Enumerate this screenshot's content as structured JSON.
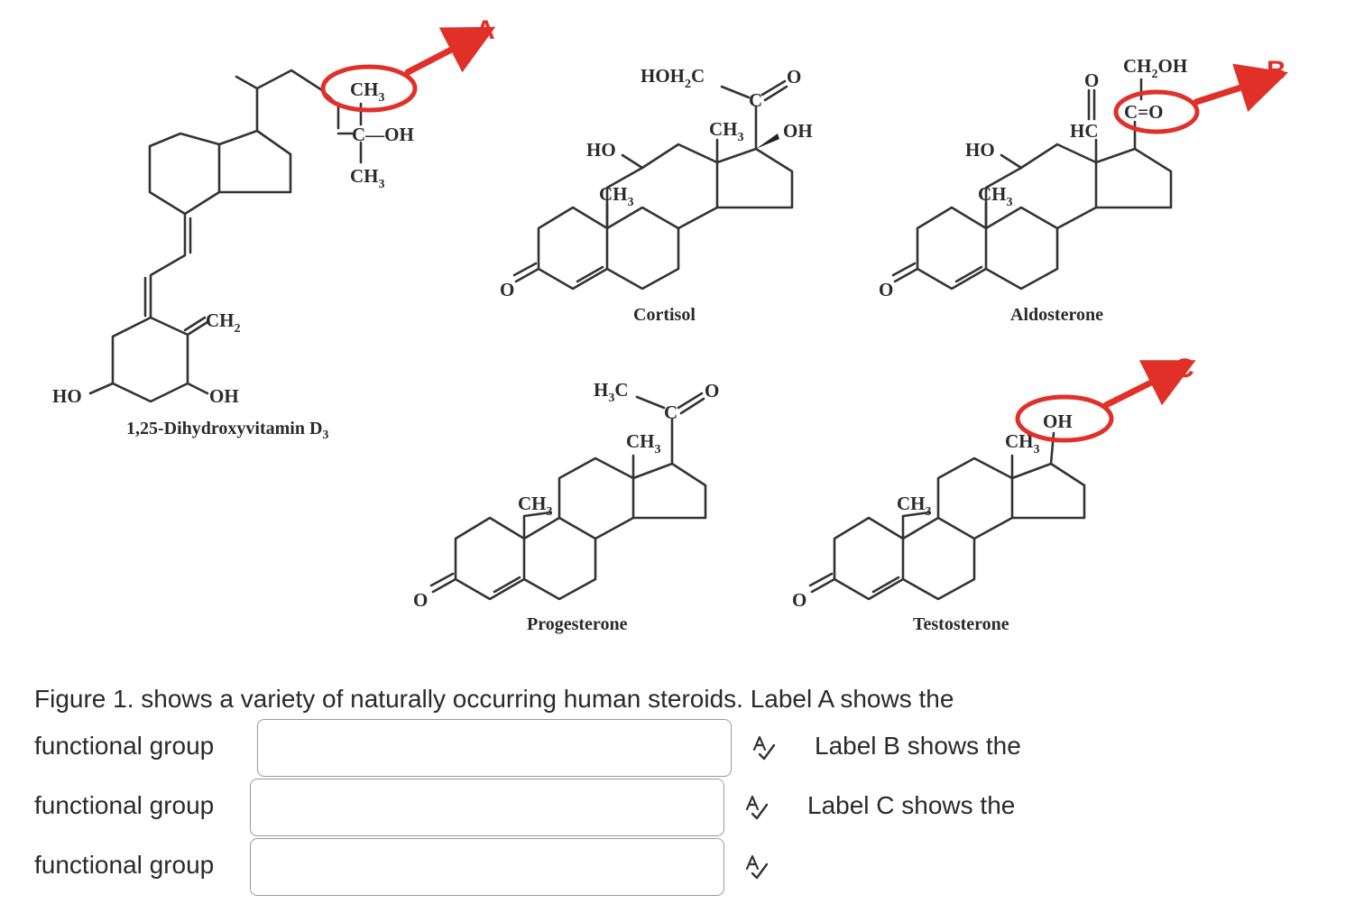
{
  "figure": {
    "vitd": {
      "name": "1,25-Dihydroxyvitamin D",
      "name_sub": "3",
      "ch3_top": "CH",
      "ch3_top_sub": "3",
      "c_oh": "C—OH",
      "ch3_bottom": "CH",
      "ch3_bottom_sub": "3",
      "ch2": "CH",
      "ch2_sub": "2",
      "ho": "HO",
      "oh": "OH"
    },
    "cortisol": {
      "name": "Cortisol",
      "hoh2c": "HOH",
      "hoh2c_sub": "2",
      "hoh2c_end": "C",
      "c": "C",
      "o_top": "O",
      "ch3_d": "CH",
      "ch3_d_sub": "3",
      "oh": "OH",
      "ho": "HO",
      "ch3_a": "CH",
      "ch3_a_sub": "3",
      "o_left": "O"
    },
    "aldosterone": {
      "name": "Aldosterone",
      "ch2oh": "CH",
      "ch2oh_sub": "2",
      "ch2oh_end": "OH",
      "o_top": "O",
      "hc": "HC",
      "c_eq_o": "C=O",
      "ho": "HO",
      "ch3": "CH",
      "ch3_sub": "3",
      "o_left": "O"
    },
    "progesterone": {
      "name": "Progesterone",
      "h3c": "H",
      "h3c_sub": "3",
      "h3c_end": "C",
      "c": "C",
      "o_top": "O",
      "ch3_d": "CH",
      "ch3_d_sub": "3",
      "ch3_a": "CH",
      "ch3_a_sub": "3",
      "o_left": "O"
    },
    "testosterone": {
      "name": "Testosterone",
      "oh": "OH",
      "ch3_d": "CH",
      "ch3_d_sub": "3",
      "ch3_a": "CH",
      "ch3_a_sub": "3",
      "o_left": "O"
    },
    "annotations": {
      "a": "A",
      "b": "B",
      "c": "C",
      "color": "#e03028"
    }
  },
  "question": {
    "line1": "Figure 1. shows a variety of naturally occurring human steroids.  Label A shows the",
    "prompt1": "functional group",
    "after1": "Label B shows the",
    "prompt2": "functional group",
    "after2": "Label C shows the",
    "prompt3": "functional group",
    "answer1": "",
    "answer2": "",
    "answer3": "",
    "spellcheck_icon": "spellcheck-icon"
  }
}
